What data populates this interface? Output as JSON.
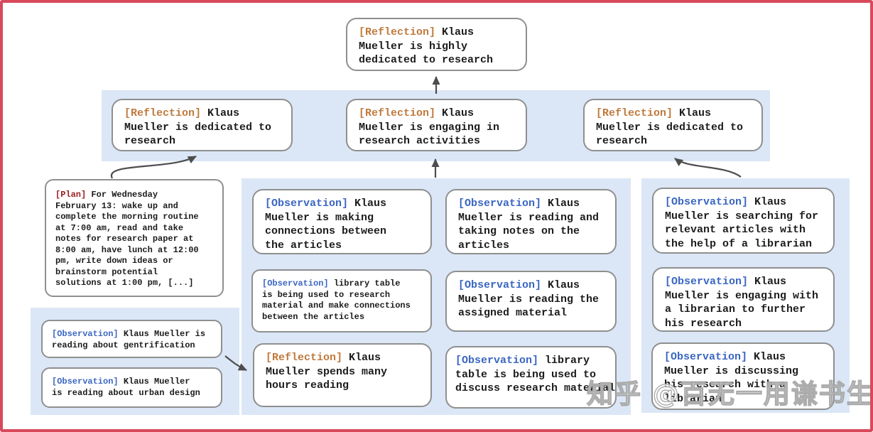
{
  "colors": {
    "frame_border": "#d8495c",
    "highlight_band": "#dbe7f6",
    "box_border": "#8f8f8f",
    "reflection_tag": "#bf7a3d",
    "observation_tag": "#3a66c2",
    "plan_tag": "#9b1c1c",
    "arrow": "#4d4d4d",
    "body_text": "#1c1c1c"
  },
  "watermark": {
    "text": "知乎 @百无一用谦书生"
  },
  "nodes": {
    "root": {
      "tag": "[Reflection]",
      "text": " Klaus\nMueller is highly\ndedicated to research"
    },
    "l2_left": {
      "tag": "[Reflection]",
      "text": " Klaus\nMueller is dedicated to\nresearch"
    },
    "l2_mid": {
      "tag": "[Reflection]",
      "text": " Klaus\nMueller is engaging in\nresearch activities"
    },
    "l2_right": {
      "tag": "[Reflection]",
      "text": " Klaus\nMueller is dedicated to\nresearch"
    },
    "plan": {
      "tag": "[Plan]",
      "text": " For Wednesday\nFebruary 13: wake up and\ncomplete the morning routine\nat 7:00 am, read and take\nnotes for research paper at\n8:00 am, have lunch at 12:00\npm, write down ideas or\nbrainstorm potential\nsolutions at 1:00 pm, [...]"
    },
    "obs_gentrification": {
      "tag": "[Observation]",
      "text": " Klaus Mueller is\nreading about gentrification"
    },
    "obs_urban_design": {
      "tag": "[Observation]",
      "text": " Klaus Mueller\nis reading about urban design"
    },
    "obs_connections": {
      "tag": "[Observation]",
      "text": " Klaus\nMueller is making\nconnections between\nthe articles"
    },
    "obs_library_research": {
      "tag": "[Observation]",
      "text": " library table\nis being used to research\nmaterial and make connections\nbetween the articles"
    },
    "refl_hours_reading": {
      "tag": "[Reflection]",
      "text": " Klaus\nMueller spends many\nhours reading"
    },
    "obs_taking_notes": {
      "tag": "[Observation]",
      "text": " Klaus\nMueller is reading and\ntaking notes on the\narticles"
    },
    "obs_assigned_material": {
      "tag": "[Observation]",
      "text": " Klaus\nMueller is reading the\nassigned material"
    },
    "obs_library_discuss": {
      "tag": "[Observation]",
      "text": " library\ntable is being used to\ndiscuss research material"
    },
    "obs_searching_articles": {
      "tag": "[Observation]",
      "text": " Klaus\nMueller is searching for\nrelevant articles with\nthe help of a librarian"
    },
    "obs_engaging_librarian": {
      "tag": "[Observation]",
      "text": " Klaus\nMueller is engaging with\na librarian to further\nhis research"
    },
    "obs_discussing_librarian": {
      "tag": "[Observation]",
      "text": " Klaus\nMueller is discussing\nhis research with a\nlibrarian"
    }
  }
}
